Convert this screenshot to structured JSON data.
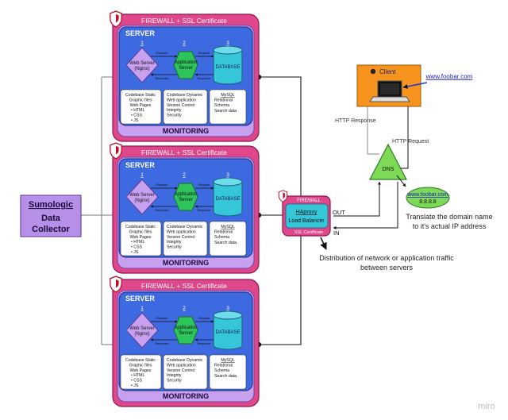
{
  "server_block": {
    "firewall_label": "FIREWALL + SSL Certificate",
    "server_title": "SERVER",
    "monitoring_label": "MONITORING",
    "numbers": [
      "1",
      "2",
      "3"
    ],
    "web_server": [
      "Web Server",
      "(Nginx)"
    ],
    "app_server": [
      "Application",
      "Server"
    ],
    "database": "DATABASE",
    "request_label": "Request",
    "response_label": "Response",
    "codebase_static_lines": [
      "Codebase Static",
      "Graphic files",
      "Web Pages",
      "• HTML",
      "• CSS",
      "• JS"
    ],
    "codebase_dynamic_lines": [
      "Codebase Dynamic",
      "Web application",
      "Version Control",
      "Integrity",
      "Security"
    ],
    "mysql_lines": [
      "MySQL",
      "Relational",
      "Schema",
      "Search data"
    ]
  },
  "sumologic": {
    "line1": "Sumologic",
    "line2": "Data",
    "line3": "Collector"
  },
  "load_balancer": {
    "firewall": "FIREWALL",
    "name": "HAproxy",
    "subtitle": "Load Balancer",
    "ssl": "SSL Certificate",
    "out_label": "OUT",
    "in_label": "IN",
    "description": [
      "Distribution of network or application traffic",
      "between servers"
    ]
  },
  "client": {
    "label": "Client",
    "url": "www.foobar.com"
  },
  "dns": {
    "label": "DNS",
    "http_response": "HTTP Response",
    "http_request": "HTTP Request",
    "url": "www.foobar.com",
    "ip": "8.8.8.8",
    "description": [
      "Translate the domain name",
      "to it's actual IP address"
    ]
  },
  "watermark": "miro",
  "colors": {
    "firewall_pink": "#e0468a",
    "firewall_border": "#8a1850",
    "server_blue": "#3d6ae0",
    "monitoring_lilac": "#c7a0f0",
    "web_server_violet": "#c8a0f0",
    "app_server_green": "#2ec45c",
    "database_cyan": "#35c7d8",
    "sumologic_violet": "#b58fe8",
    "client_orange": "#f6941d",
    "dns_green": "#7ed957"
  }
}
